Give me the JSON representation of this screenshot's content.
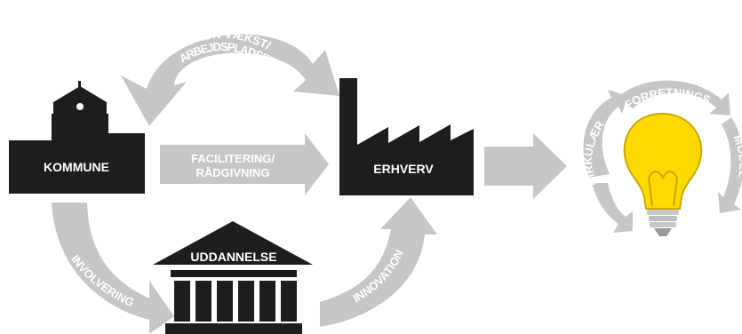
{
  "nodes": {
    "kommune": "KOMMUNE",
    "erhverv": "ERHVERV",
    "uddannelse": "UDDANNELSE"
  },
  "arrows": {
    "top_line1": "GRØN VÆKST/",
    "top_line2": "ARBEJDSPLADSER",
    "middle_line1": "FACILITERING/",
    "middle_line2": "RÅDGIVNING",
    "left": "INVOLVERING",
    "right": "INNOVATION"
  },
  "cycle": {
    "left": "CIRKULÆR",
    "top": "FORRETNINGS",
    "right": "MODEL"
  },
  "colors": {
    "arrow": "#c6c6c6",
    "building": "#1d1d1b",
    "bulb": "#ffd900",
    "bulb_outline": "#c9a800",
    "base": "#c8c8c8"
  }
}
